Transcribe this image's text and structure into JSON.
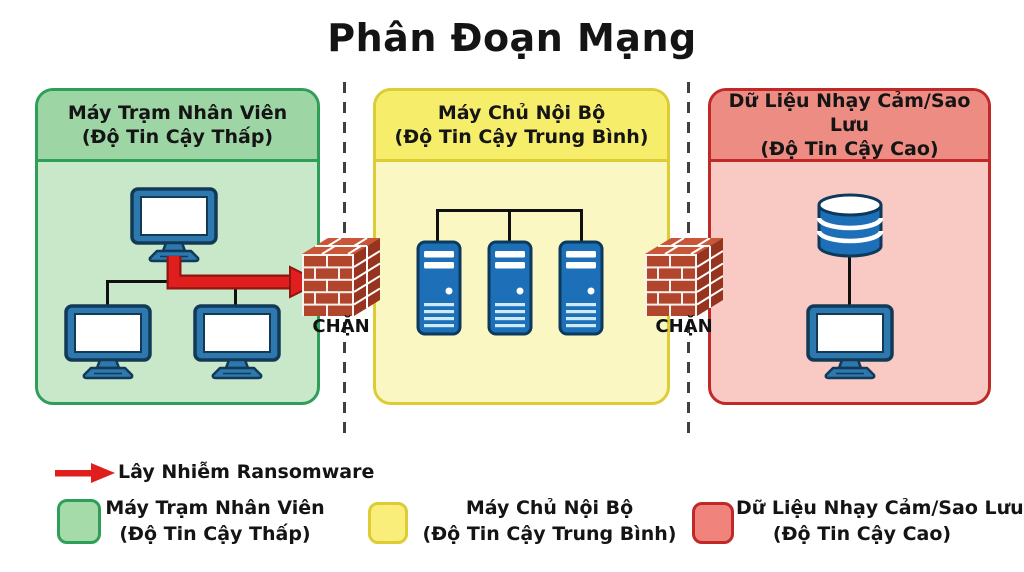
{
  "title": "Phân Đoạn Mạng",
  "zones": [
    {
      "name": "workstations",
      "header_line1": "Máy Trạm Nhân Viên",
      "header_line2": "(Độ Tin Cậy Thấp)",
      "trust_level": "low",
      "devices": "3 desktop computers in a network tree"
    },
    {
      "name": "internal-servers",
      "header_line1": "Máy Chủ Nội Bộ",
      "header_line2": "(Độ Tin Cậy Trung Bình)",
      "trust_level": "medium",
      "devices": "3 server towers connected by a bus"
    },
    {
      "name": "sensitive-data-backup",
      "header_line1": "Dữ Liệu Nhạy Cảm/Sao Lưu",
      "header_line2": "(Độ Tin Cậy Cao)",
      "trust_level": "high",
      "devices": "database cylinder connected to a computer"
    }
  ],
  "firewalls": [
    {
      "label": "CHẶN"
    },
    {
      "label": "CHẶN"
    }
  ],
  "legend": {
    "arrow_label": "Lây Nhiễm Ransomware",
    "items": [
      {
        "label_line1": "Máy Trạm Nhân Viên",
        "label_line2": "(Độ Tin Cậy Thấp)"
      },
      {
        "label_line1": "Máy Chủ Nội Bộ",
        "label_line2": "(Độ Tin Cậy Trung Bình)"
      },
      {
        "label_line1": "Dữ Liệu Nhạy Cảm/Sao Lưu",
        "label_line2": "(Độ Tin Cậy Cao)"
      }
    ]
  },
  "colors": {
    "zone_low_trust_fill": "#c9e8c9",
    "zone_low_trust_header": "#9dd5a5",
    "zone_low_trust_border": "#2f9e58",
    "zone_medium_trust_fill": "#fbf7c3",
    "zone_medium_trust_header": "#f6ee6b",
    "zone_medium_trust_border": "#ddcc35",
    "zone_high_trust_fill": "#f9c9c4",
    "zone_high_trust_header": "#ec8c83",
    "zone_high_trust_border": "#bf2a28",
    "infection_arrow": "#e01e1e",
    "firewall_brick": "#b2462c",
    "device_blue": "#2e78b0",
    "server_blue": "#1d6fb8",
    "connector_black": "#101010"
  }
}
